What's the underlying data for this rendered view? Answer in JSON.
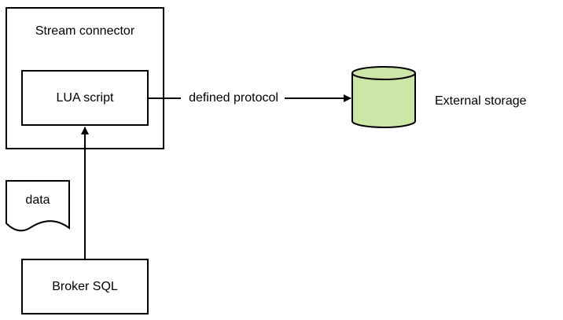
{
  "diagram": {
    "stream_connector": {
      "label": "Stream connector"
    },
    "lua_script": {
      "label": "LUA script"
    },
    "data_note": {
      "label": "data"
    },
    "broker_sql": {
      "label": "Broker SQL"
    },
    "protocol_edge": {
      "label": "defined protocol"
    },
    "external_storage": {
      "label": "External storage",
      "fill": "#cce6a8"
    }
  }
}
